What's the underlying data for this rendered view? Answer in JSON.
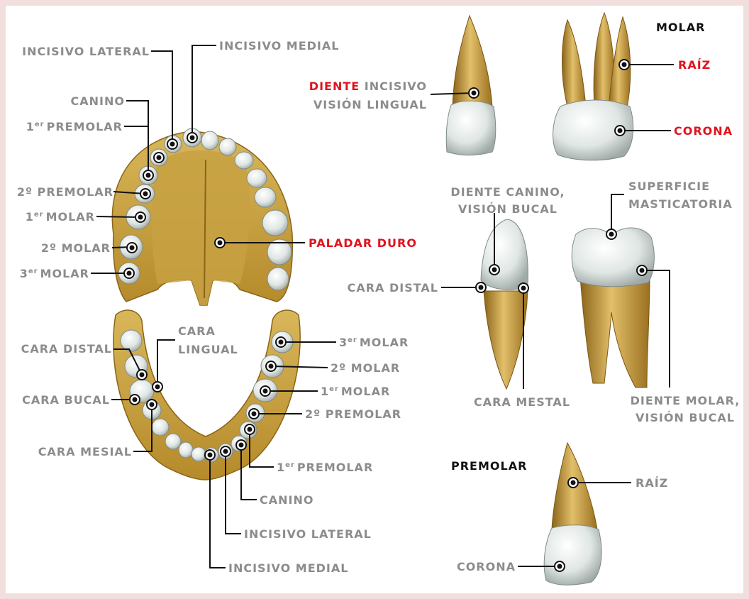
{
  "colors": {
    "background": "#f3dede",
    "canvas": "#ffffff",
    "label_gray": "#8c8c8c",
    "label_red": "#e0141e",
    "label_dark": "#111111",
    "bone": "#c9a33c",
    "enamel": "#e4ebe9",
    "root": "#c99a34"
  },
  "upper_jaw": {
    "incisivo_lateral": "INCISIVO LATERAL",
    "incisivo_medial": "INCISIVO MEDIAL",
    "canino": "CANINO",
    "premolar_1_num": "1",
    "premolar_1_sup": "er",
    "premolar_1_text": "PREMOLAR",
    "premolar_2": "2º PREMOLAR",
    "molar_1_num": "1",
    "molar_1_sup": "er",
    "molar_1_text": "MOLAR",
    "molar_2": "2º MOLAR",
    "molar_3_num": "3",
    "molar_3_sup": "er",
    "molar_3_text": "MOLAR",
    "paladar_duro": "PALADAR DURO"
  },
  "lower_jaw": {
    "cara_distal": "CARA DISTAL",
    "cara_lingual_1": "CARA",
    "cara_lingual_2": "LINGUAL",
    "cara_bucal": "CARA BUCAL",
    "cara_mesial": "CARA MESIAL",
    "molar_3_num": "3",
    "molar_3_sup": "er",
    "molar_3_text": "MOLAR",
    "molar_2": "2º MOLAR",
    "molar_1_num": "1",
    "molar_1_sup": "er",
    "molar_1_text": "MOLAR",
    "premolar_2": "2º PREMOLAR",
    "premolar_1_num": "1",
    "premolar_1_sup": "er",
    "premolar_1_text": "PREMOLAR",
    "canino": "CANINO",
    "incisivo_lateral": "INCISIVO LATERAL",
    "incisivo_medial": "INCISIVO MEDIAL"
  },
  "incisor": {
    "title_red": "DIENTE",
    "title_rest": " INCISIVO",
    "title_line2": "VISIÓN LINGUAL"
  },
  "molar_top": {
    "title": "MOLAR",
    "raiz": "RAÍZ",
    "corona": "CORONA"
  },
  "canine": {
    "title_line1": "DIENTE CANINO,",
    "title_line2": "VISIÓN BUCAL",
    "cara_distal": "CARA DISTAL",
    "cara_mestal": "CARA MESTAL"
  },
  "molar_buccal": {
    "superficie_1": "SUPERFICIE",
    "superficie_2": "MASTICATORIA",
    "title_line1": "DIENTE MOLAR,",
    "title_line2": "VISIÓN BUCAL"
  },
  "premolar": {
    "title": "PREMOLAR",
    "raiz": "RAÍZ",
    "corona": "CORONA"
  }
}
